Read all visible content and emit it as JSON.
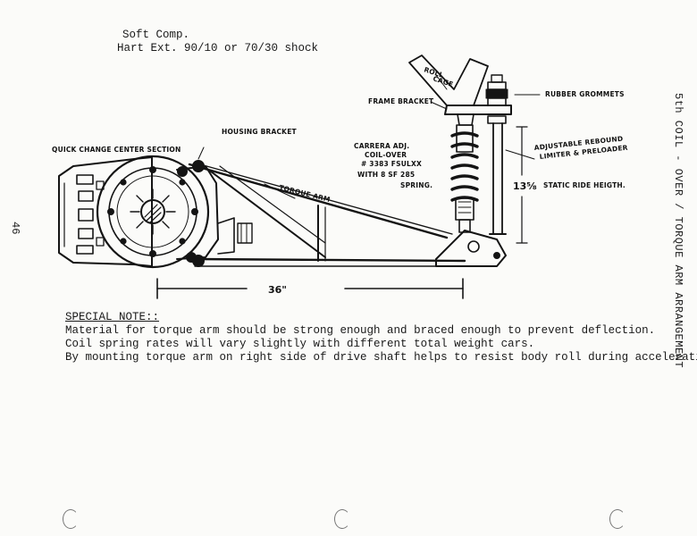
{
  "header": {
    "line1": "Soft Comp.",
    "line2": "Hart Ext. 90/10 or 70/30 shock"
  },
  "special_note": {
    "title": "SPECIAL NOTE::",
    "lines": [
      "Material for torque arm should be strong enough and braced enough to prevent deflection.",
      "Coil spring rates will vary slightly with different total weight cars.",
      "By mounting torque arm on right side of drive shaft helps to resist body roll during acceleration."
    ]
  },
  "side_title": "5th COIL - OVER / TORQUE ARM ARRANGEMENT",
  "page_number": "46",
  "labels": {
    "quick_change": "QUICK CHANGE CENTER SECTION",
    "housing_bracket": "HOUSING BRACKET",
    "torque_arm": "TORQUE ARM",
    "roll_cage_1": "ROLL",
    "roll_cage_2": "CAGE",
    "frame_bracket": "FRAME BRACKET",
    "rubber_grommets": "RUBBER GROMMETS",
    "carrera_1": "CARRERA ADJ.",
    "carrera_2": "COIL-OVER",
    "carrera_3": "# 3383 FSULXX",
    "carrera_4": "WITH 8 SF 285",
    "carrera_5": "SPRING.",
    "rebound_1": "ADJUSTABLE REBOUND",
    "rebound_2": "LIMITER & PRELOADER",
    "static_value": "13⅝",
    "static_label": "STATIC RIDE HEIGTH.",
    "dimension": "36\""
  }
}
